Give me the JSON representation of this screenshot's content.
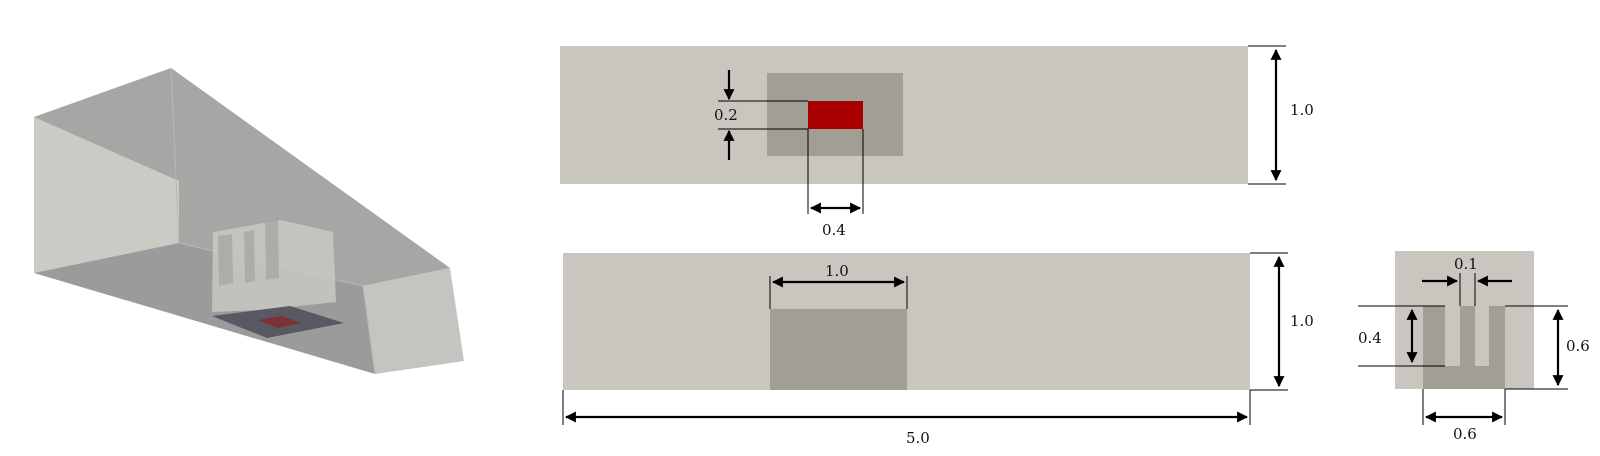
{
  "colors": {
    "domain": "#c9c6c0",
    "solid": "#a19e93",
    "source": "#a80000",
    "iso_top": "#a6a6a4",
    "iso_side": "#cbcbc5",
    "iso_bottom": "#9b9b9b",
    "iso_end": "#c4c4c0",
    "iso_plate": "#595963"
  },
  "top_view": {
    "height_label": "1.0",
    "source_height_label": "0.2",
    "source_width_label": "0.4"
  },
  "side_view": {
    "height_label": "1.0",
    "block_width_label": "1.0",
    "length_label": "5.0"
  },
  "end_view": {
    "slot_width_label": "0.1",
    "slot_depth_label": "0.4",
    "height_label": "0.6",
    "width_label": "0.6"
  }
}
